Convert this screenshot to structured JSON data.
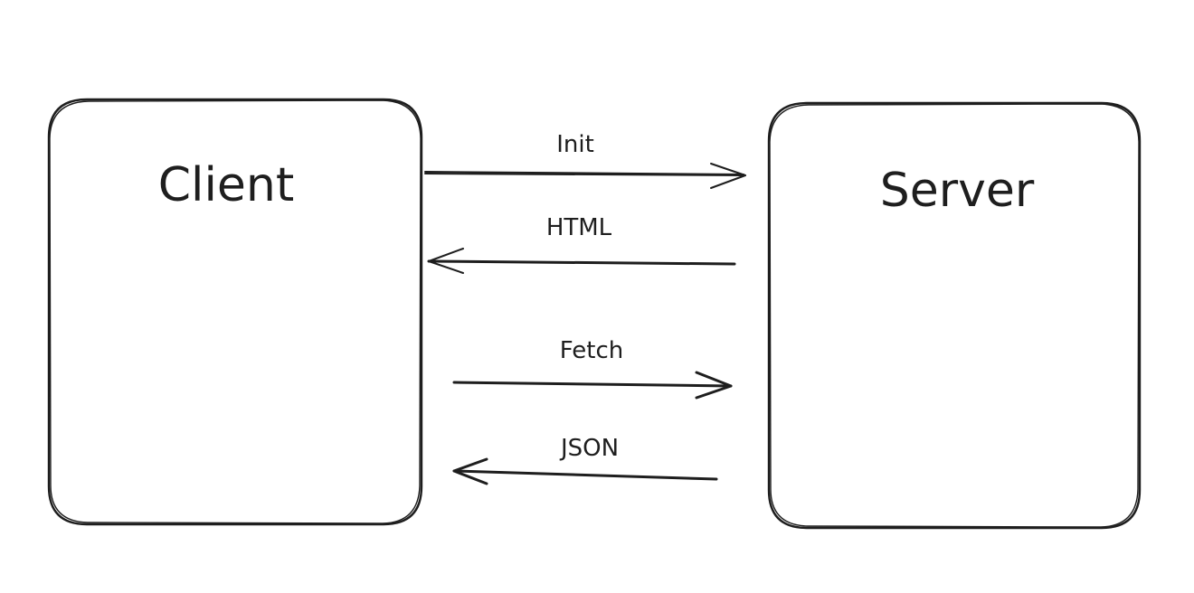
{
  "nodes": {
    "client": {
      "label": "Client"
    },
    "server": {
      "label": "Server"
    }
  },
  "edges": [
    {
      "id": "init",
      "label": "Init",
      "from": "Client",
      "to": "Server"
    },
    {
      "id": "html",
      "label": "HTML",
      "from": "Server",
      "to": "Client"
    },
    {
      "id": "fetch",
      "label": "Fetch",
      "from": "Client",
      "to": "Server"
    },
    {
      "id": "json",
      "label": "JSON",
      "from": "Server",
      "to": "Client"
    }
  ],
  "colors": {
    "stroke": "#1e1e1e",
    "background": "#ffffff"
  }
}
